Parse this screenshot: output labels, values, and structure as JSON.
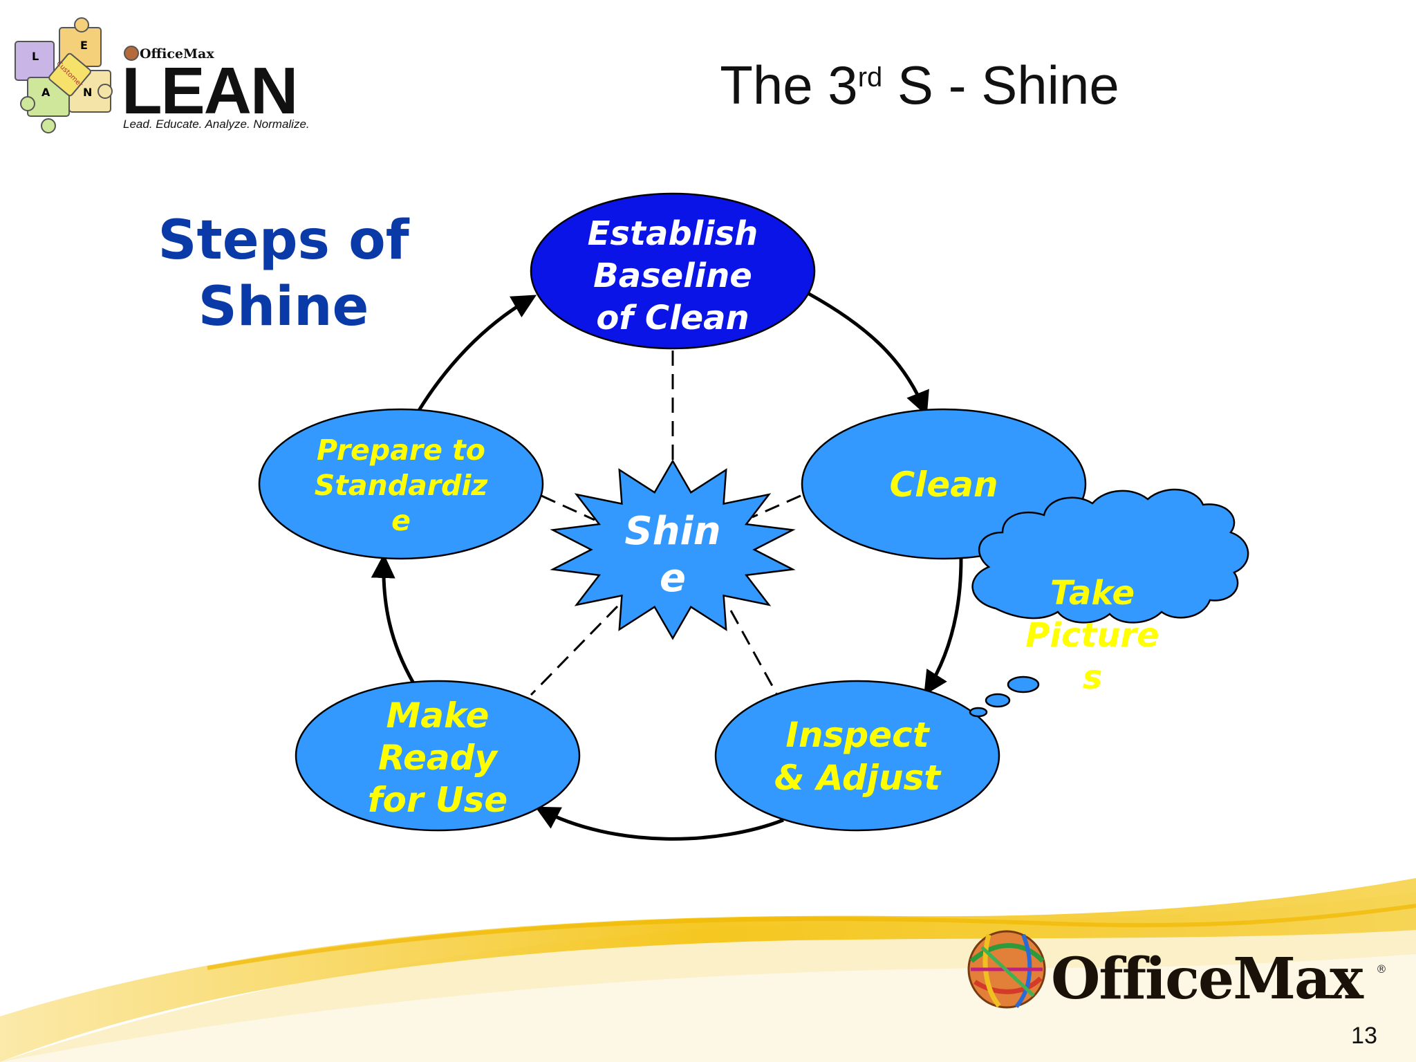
{
  "header": {
    "title_pre": "The 3",
    "title_sup": "rd",
    "title_post": " S - Shine"
  },
  "lean_logo": {
    "brand": "OfficeMax",
    "word": "LEAN",
    "tagline": "Lead. Educate. Analyze. Normalize.",
    "puzzle_letters": [
      "L",
      "E",
      "A",
      "N"
    ],
    "puzzle_center": "Customer"
  },
  "heading": {
    "line1": "Steps of",
    "line2": "Shine"
  },
  "diagram": {
    "center": {
      "line1": "Shin",
      "line2": "e"
    },
    "nodes": {
      "baseline": {
        "line1": "Establish",
        "line2": "Baseline",
        "line3": "of Clean"
      },
      "clean": {
        "line1": "Clean"
      },
      "inspect": {
        "line1": "Inspect",
        "line2": "& Adjust"
      },
      "ready": {
        "line1": "Make",
        "line2": "Ready",
        "line3": "for Use"
      },
      "prepare": {
        "line1": "Prepare to",
        "line2": "Standardiz",
        "line3": "e"
      }
    },
    "callout": {
      "line1": "Take",
      "line2": "Picture",
      "line3": "s"
    }
  },
  "footer": {
    "logo_text": "OfficeMax",
    "registered": "®",
    "page_number": "13"
  },
  "colors": {
    "baseline_fill": "#0a14e6",
    "node_fill": "#3399ff",
    "node_text_yellow": "#ffff00",
    "heading_blue": "#0a3aa8",
    "swoosh_yellow": "#f4c20d"
  }
}
